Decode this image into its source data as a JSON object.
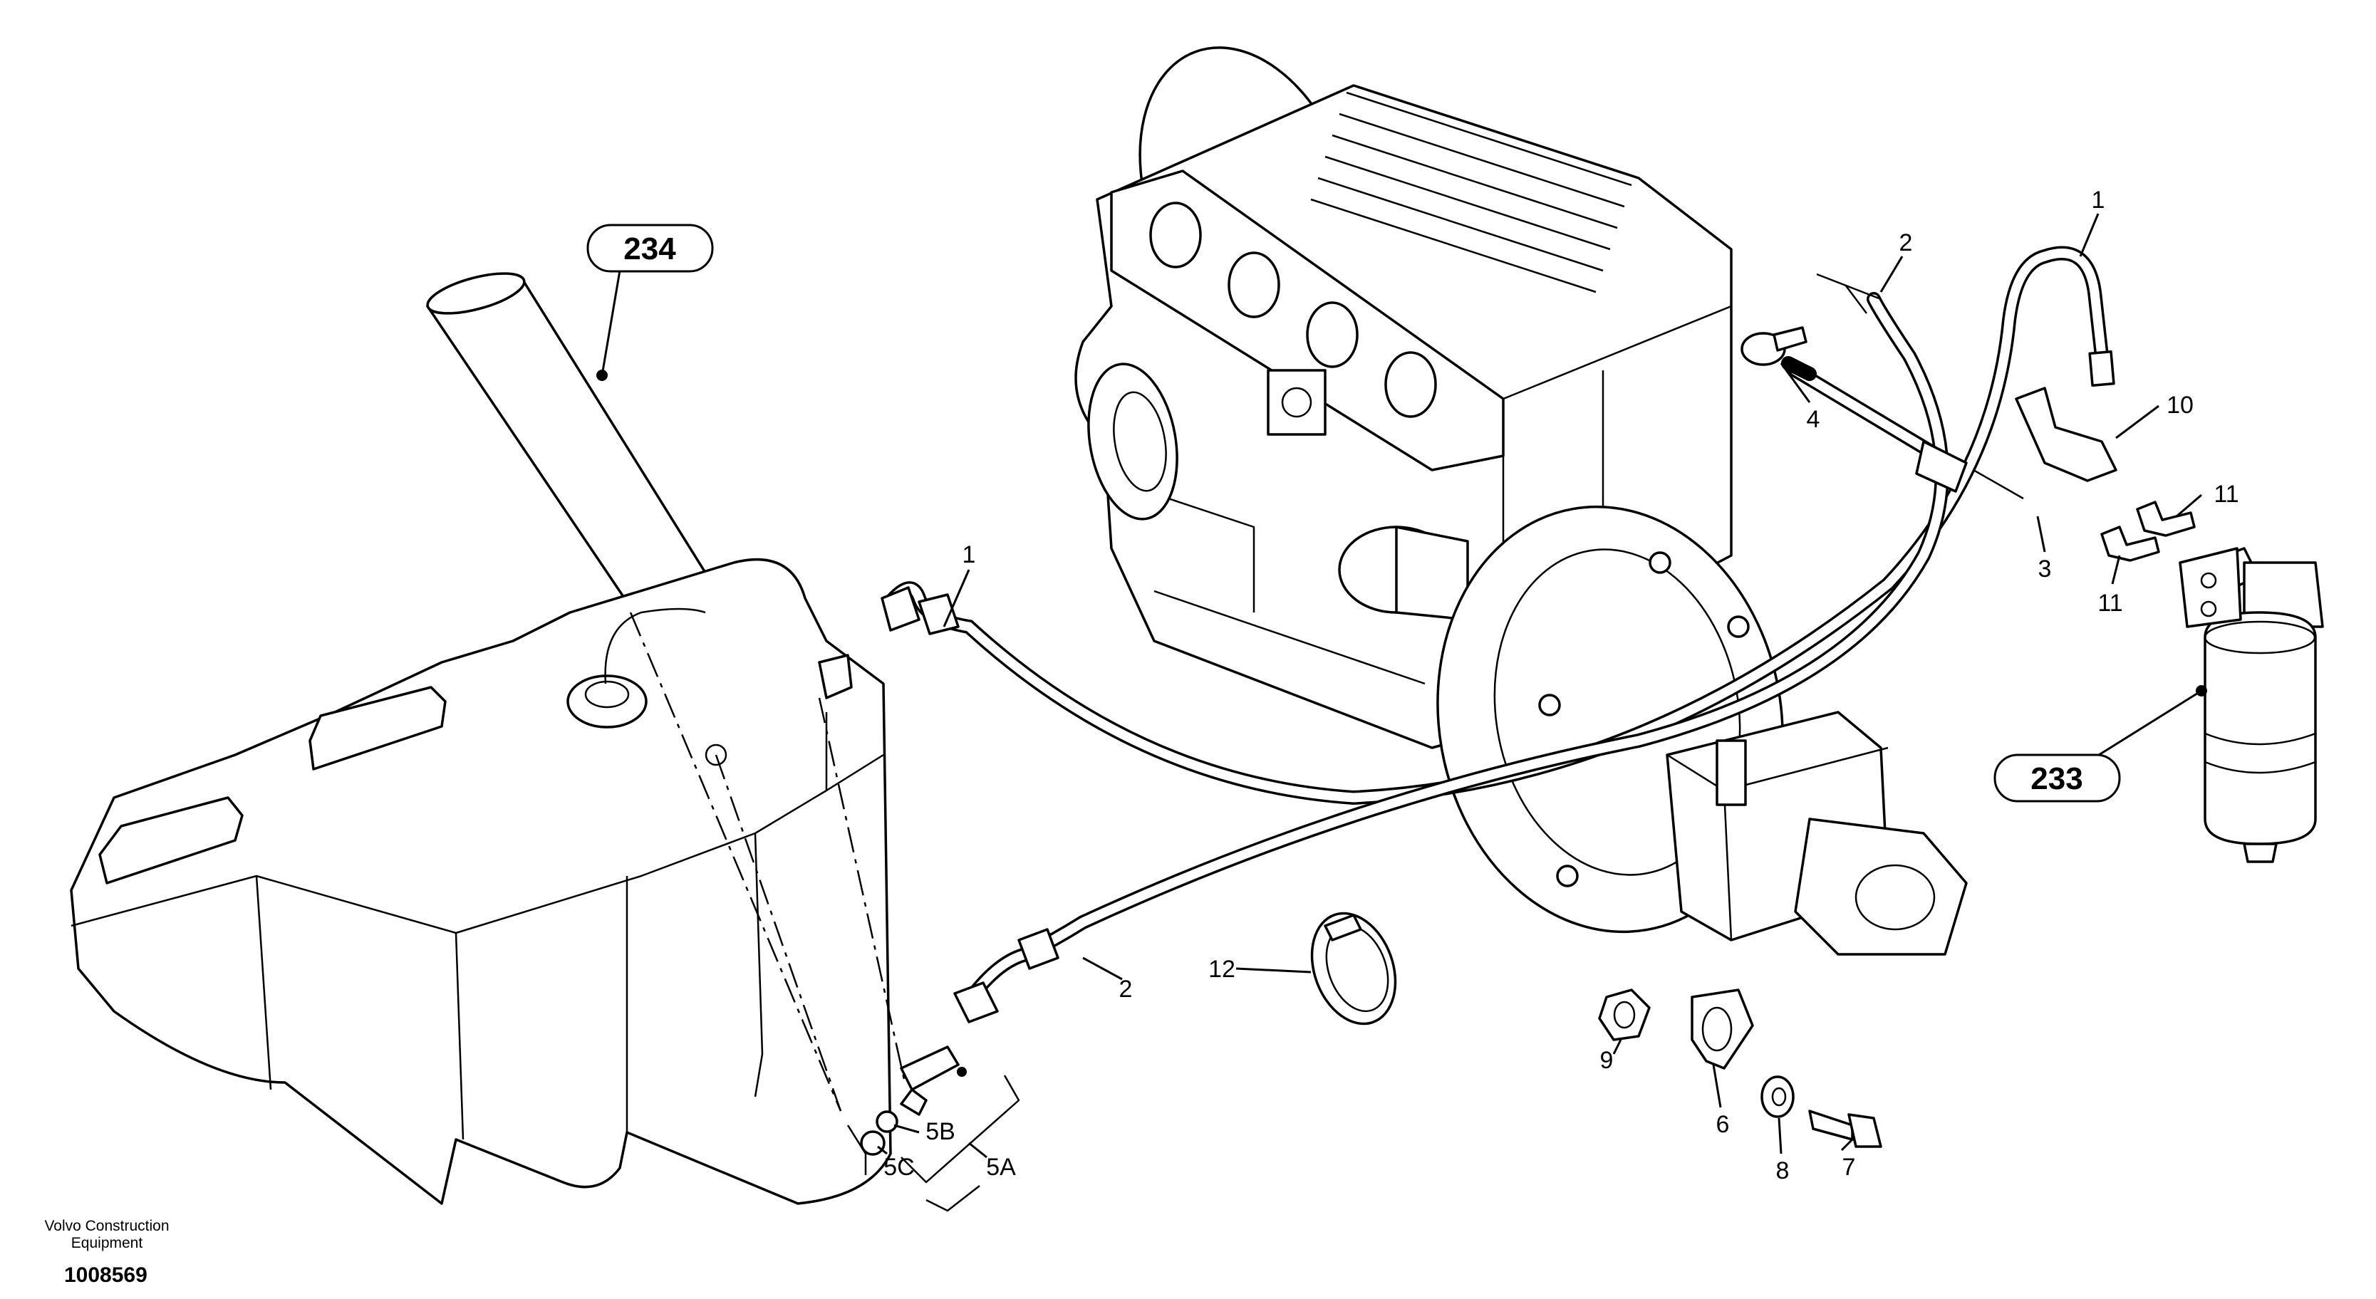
{
  "labels": {
    "hose_1_left": "1",
    "hose_1_right": "1",
    "hose_2_left": "2",
    "hose_2_top": "2",
    "item_3": "3",
    "item_4": "4",
    "item_5A": "5A",
    "item_5B": "5B",
    "item_5C": "5C",
    "item_6": "6",
    "item_7": "7",
    "item_8": "8",
    "item_9": "9",
    "item_10": "10",
    "item_11_upper": "11",
    "item_11_lower": "11",
    "item_12": "12"
  },
  "references": {
    "fuel_tank_ref": "234",
    "fuel_filter_ref": "233"
  },
  "footer": {
    "company_line1": "Volvo Construction",
    "company_line2": "Equipment",
    "drawing_number": "1008569"
  }
}
